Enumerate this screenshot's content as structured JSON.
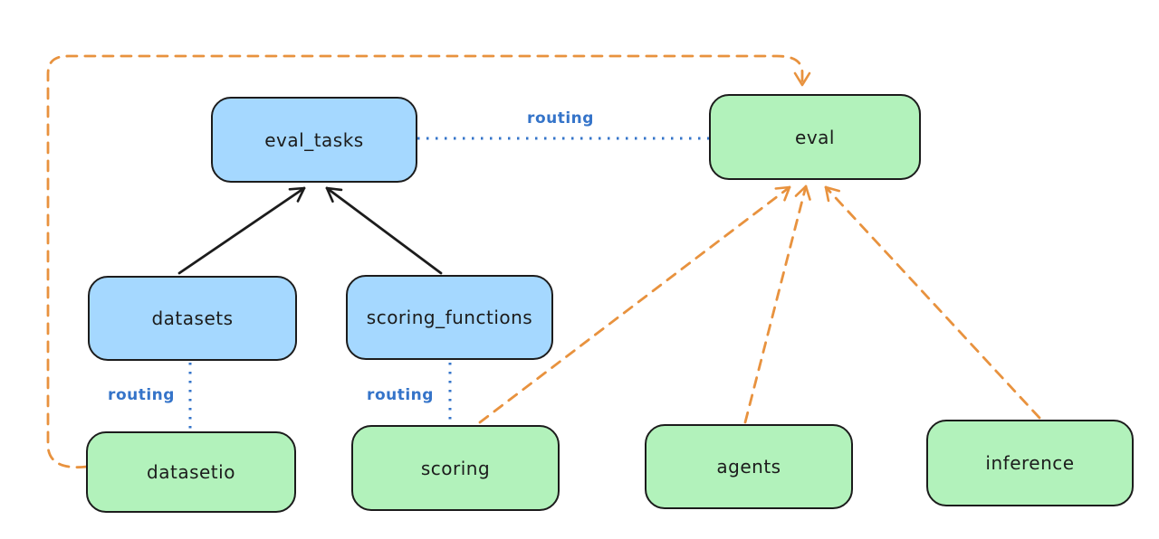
{
  "diagram": {
    "nodes": {
      "eval_tasks": {
        "label": "eval_tasks",
        "kind": "resource"
      },
      "eval": {
        "label": "eval",
        "kind": "api"
      },
      "datasets": {
        "label": "datasets",
        "kind": "resource"
      },
      "scoring_functions": {
        "label": "scoring_functions",
        "kind": "resource"
      },
      "datasetio": {
        "label": "datasetio",
        "kind": "api"
      },
      "scoring": {
        "label": "scoring",
        "kind": "api"
      },
      "agents": {
        "label": "agents",
        "kind": "api"
      },
      "inference": {
        "label": "inference",
        "kind": "api"
      }
    },
    "edges": [
      {
        "from": "datasets",
        "to": "eval_tasks",
        "style": "solid",
        "arrow": true,
        "color": "black",
        "label": ""
      },
      {
        "from": "scoring_functions",
        "to": "eval_tasks",
        "style": "solid",
        "arrow": true,
        "color": "black",
        "label": ""
      },
      {
        "from": "eval_tasks",
        "to": "eval",
        "style": "dotted",
        "arrow": false,
        "color": "blue",
        "label": "routing"
      },
      {
        "from": "datasets",
        "to": "datasetio",
        "style": "dotted",
        "arrow": false,
        "color": "blue",
        "label": "routing"
      },
      {
        "from": "scoring_functions",
        "to": "scoring",
        "style": "dotted",
        "arrow": false,
        "color": "blue",
        "label": "routing"
      },
      {
        "from": "datasetio",
        "to": "eval",
        "style": "dashed",
        "arrow": true,
        "color": "orange",
        "label": ""
      },
      {
        "from": "scoring",
        "to": "eval",
        "style": "dashed",
        "arrow": true,
        "color": "orange",
        "label": ""
      },
      {
        "from": "agents",
        "to": "eval",
        "style": "dashed",
        "arrow": true,
        "color": "orange",
        "label": ""
      },
      {
        "from": "inference",
        "to": "eval",
        "style": "dashed",
        "arrow": true,
        "color": "orange",
        "label": ""
      }
    ],
    "colors": {
      "resource_fill": "#a5d8ff",
      "api_fill": "#b2f2bb",
      "stroke": "#1c1c1c",
      "routing_blue": "#3574c9",
      "provider_orange": "#e8923e",
      "background": "#ffffff"
    }
  }
}
